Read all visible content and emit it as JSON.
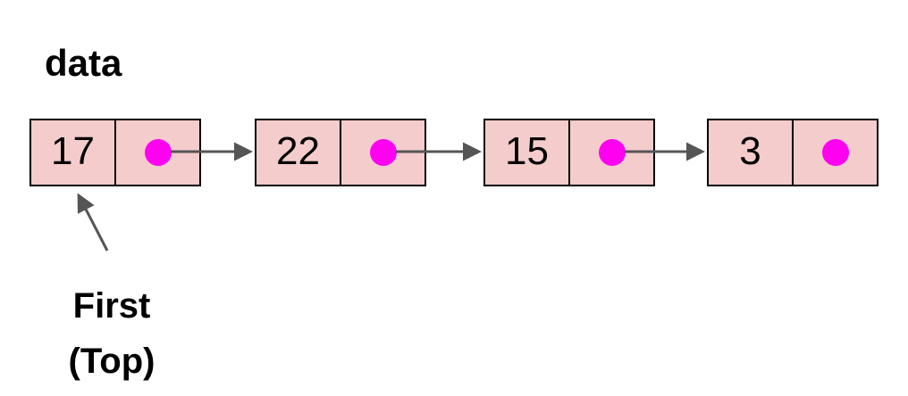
{
  "title": "data",
  "list": {
    "nodes": [
      {
        "value": "17"
      },
      {
        "value": "22"
      },
      {
        "value": "15"
      },
      {
        "value": "3"
      }
    ],
    "node_structure": [
      "value-cell",
      "pointer-cell"
    ]
  },
  "head_label": {
    "line1": "First",
    "line2": "(Top)"
  },
  "icons": {
    "pointer_dot": "filled-circle-icon",
    "next_arrow": "right-arrow-icon",
    "head_arrow": "up-left-arrow-icon"
  },
  "colors": {
    "node-fill": "#f4cccc",
    "node-border": "#000000",
    "dot": "#ff00f0",
    "arrow": "#555555",
    "text": "#000000",
    "bg": "#ffffff"
  }
}
